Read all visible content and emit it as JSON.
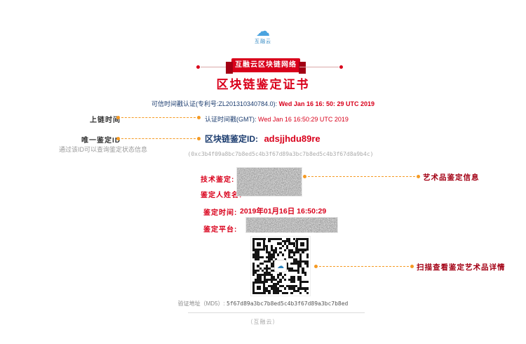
{
  "logo": {
    "text": "互融云"
  },
  "header": {
    "ribbon": "互融云区块链网络",
    "title": "区块链鉴定证书",
    "patent_prefix": "可信时间戳认证(专利号:ZL201310340784.0):",
    "patent_time": "Wed Jan 16 16: 50: 29 UTC 2019"
  },
  "chain_time": {
    "label": "上链时间",
    "value_prefix": "认证时间戳(GMT):",
    "value_time": "Wed Jan 16 16:50:29 UTC 2019"
  },
  "unique_id": {
    "label": "唯一鉴定ID",
    "hint": "通过该ID可以查询鉴定状态信息",
    "value_label": "区块链鉴定ID:",
    "value": "adsjjhdu89re",
    "hash": "(0xc3b4f09a8bc7b8ed5c4b3f67d89a3bc7b8ed5c4b3f67d8a9b4c)"
  },
  "fields": [
    {
      "label": "技术鉴定:",
      "value": ""
    },
    {
      "label": "鉴定人姓名:",
      "value": ""
    },
    {
      "label": "鉴定时间:",
      "value": "2019年01月16日 16:50:29"
    },
    {
      "label": "鉴定平台:",
      "value": ""
    }
  ],
  "annotations": {
    "info": "艺术品鉴定信息",
    "qr": "扫描查看鉴定艺术品详情"
  },
  "footer": {
    "md5_label": "验证地址（MD5）:",
    "md5_value": "5f67d89a3bc7b8ed5c4b3f67d89a3bc7b8ed",
    "brand": "（互融云）"
  },
  "colors": {
    "red": "#d9001b",
    "dark_red": "#a30014",
    "orange": "#f59a23",
    "navy": "#1a3b6e"
  }
}
